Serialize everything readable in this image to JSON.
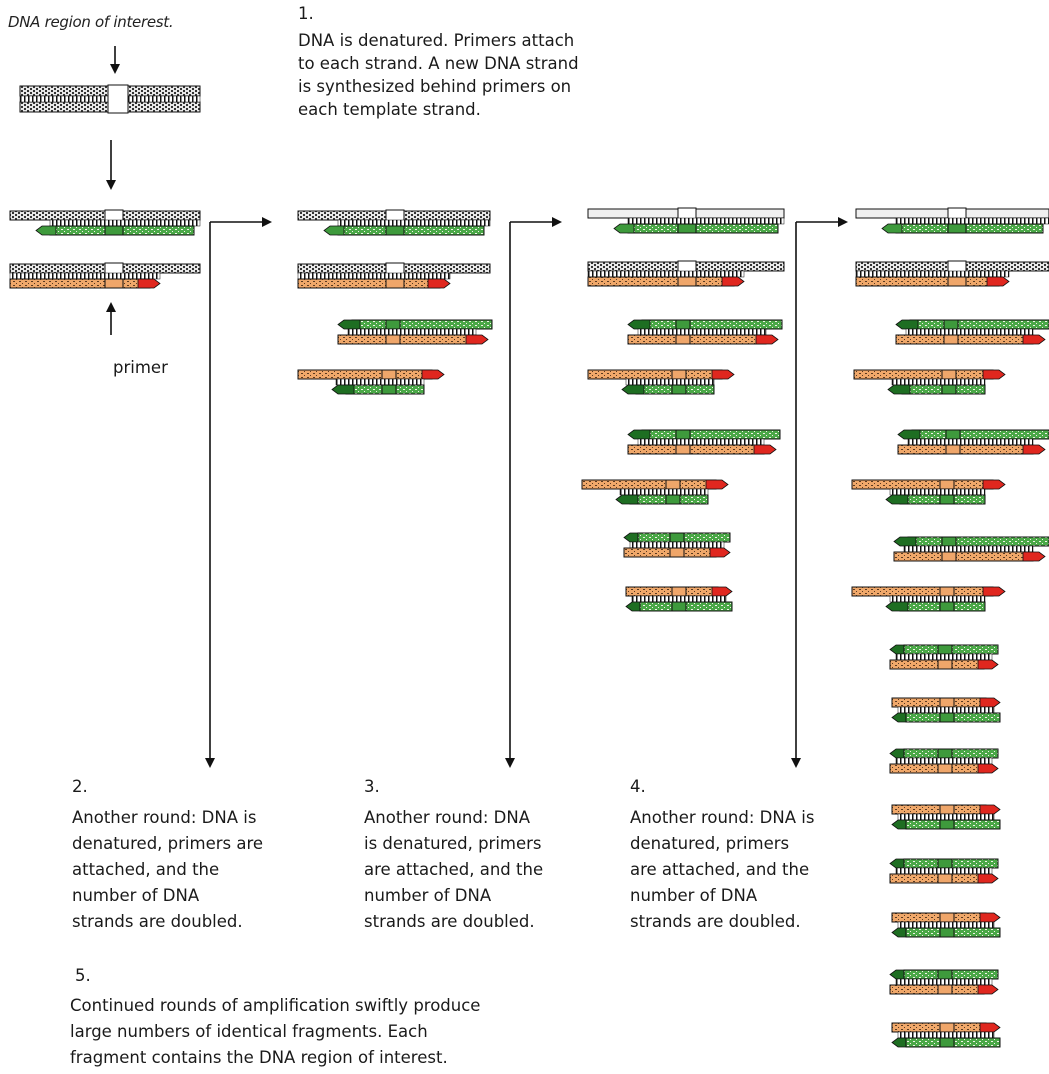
{
  "title": "DNA region of interest.",
  "primer_label": "primer",
  "steps": {
    "s1": {
      "number": "1.",
      "text": "DNA is denatured.  Primers attach\nto each strand.  A new DNA strand\nis synthesized behind primers on\neach template strand."
    },
    "s2": {
      "number": "2.",
      "text": "Another round: DNA is\ndenatured, primers are\nattached, and the\nnumber of DNA\nstrands are doubled."
    },
    "s3": {
      "number": "3.",
      "text": "Another round: DNA\nis denatured, primers\nare attached, and the\nnumber of DNA\nstrands are doubled."
    },
    "s4": {
      "number": "4.",
      "text": "Another round: DNA is\ndenatured, primers\nare attached, and the\nnumber of DNA\nstrands are doubled."
    },
    "s5": {
      "number": "5.",
      "text": "Continued rounds of amplification swiftly produce\nlarge numbers of  identical fragments.  Each\nfragment contains the DNA region of interest."
    }
  },
  "colors": {
    "template": "#e6e6e6",
    "outline": "#111111",
    "green": "#3e9a3c",
    "green_dark": "#1e6e22",
    "orange": "#efa66a",
    "red": "#e0271f",
    "region": "#ffffff"
  }
}
